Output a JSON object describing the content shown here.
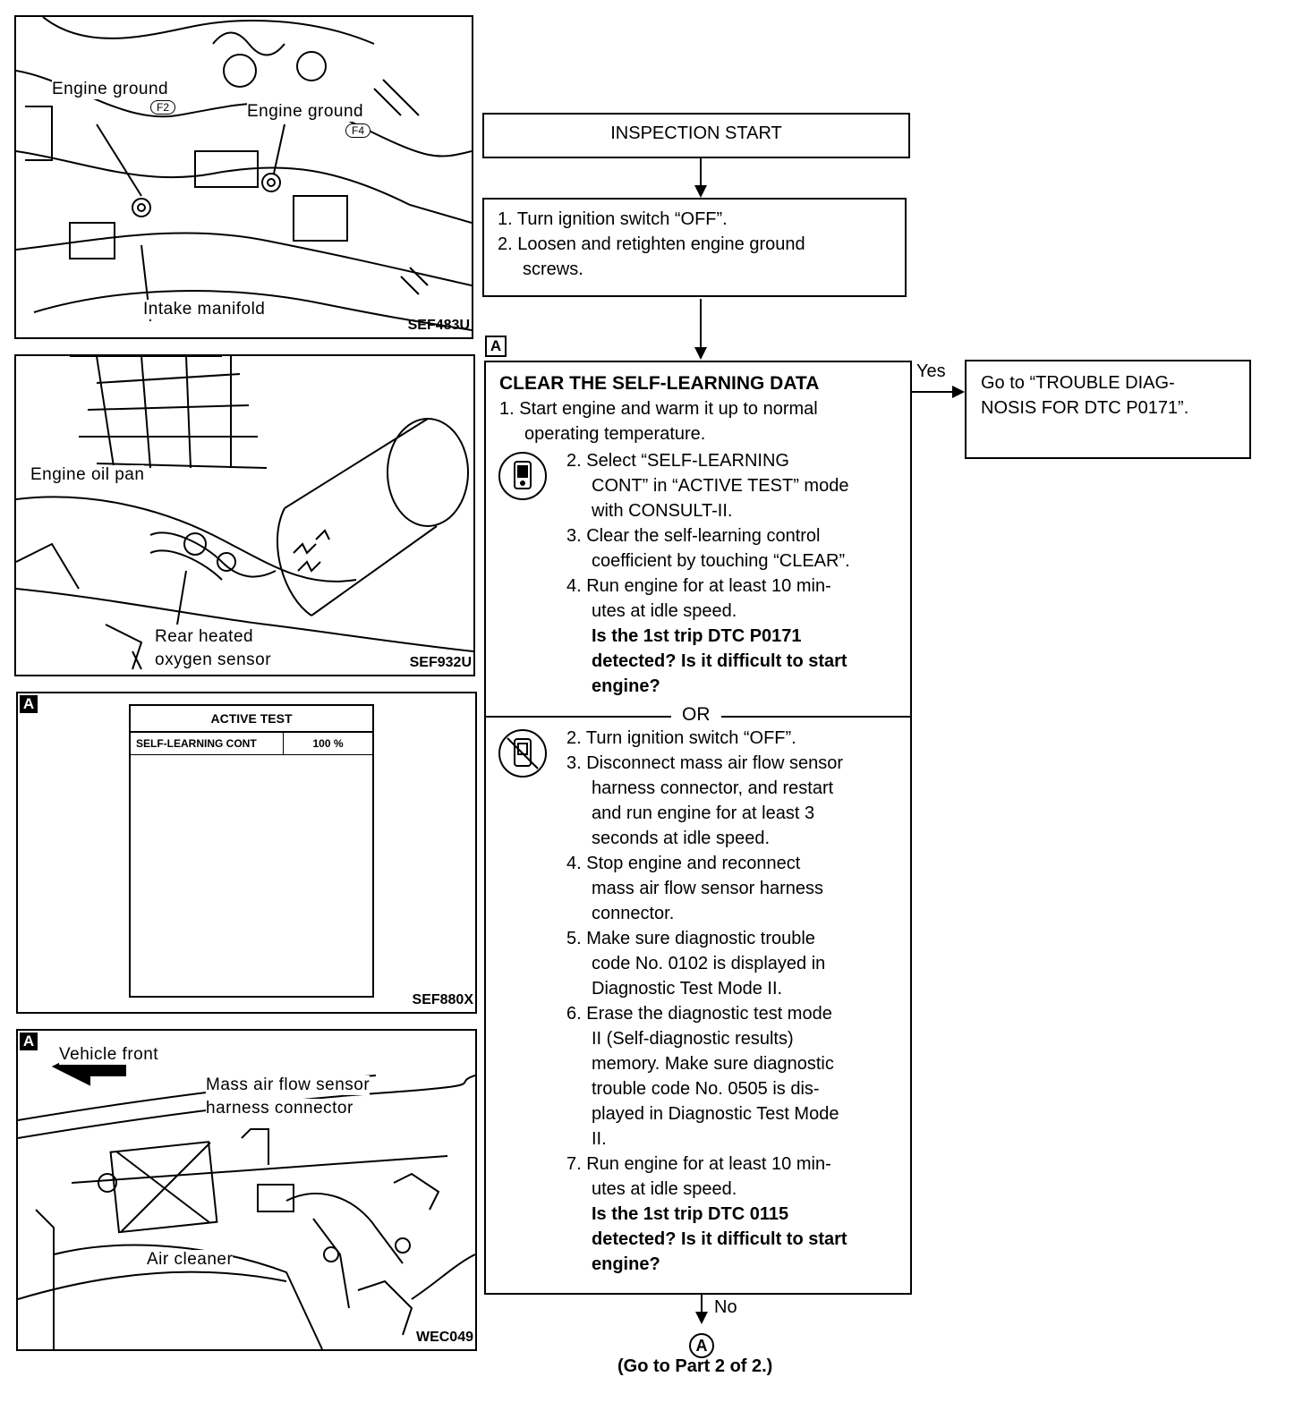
{
  "figures": [
    {
      "code": "SEF483U",
      "labels": {
        "engine_ground_1": "Engine ground",
        "f2": "F2",
        "engine_ground_2": "Engine ground",
        "f4": "F4",
        "intake_manifold": "Intake manifold"
      }
    },
    {
      "code": "SEF932U",
      "labels": {
        "engine_oil_pan": "Engine oil pan",
        "rear_heated_1": "Rear heated",
        "rear_heated_2": "oxygen sensor"
      }
    },
    {
      "code": "SEF880X",
      "badge": "A",
      "table_title": "ACTIVE TEST",
      "row_label": "SELF-LEARNING CONT",
      "row_value": "100 %"
    },
    {
      "code": "WEC049",
      "badge": "A",
      "labels": {
        "vehicle_front": "Vehicle front",
        "maf_1": "Mass air flow sensor",
        "maf_2": "harness connector",
        "air_cleaner": "Air cleaner"
      }
    }
  ],
  "flowchart": {
    "start": "INSPECTION START",
    "step1": {
      "items": [
        "1. Turn ignition switch “OFF”.",
        "2. Loosen and retighten engine ground"
      ],
      "cont": "screws."
    },
    "section_badge": "A",
    "main": {
      "title": "CLEAR THE SELF-LEARNING DATA",
      "s1a": "1. Start engine and warm it up to normal",
      "s1b": "operating temperature.",
      "consult_steps": [
        [
          "2. Select “SELF-LEARNING",
          "CONT” in “ACTIVE TEST” mode",
          "with CONSULT-II."
        ],
        [
          "3. Clear the self-learning control",
          "coefficient by touching “CLEAR”."
        ],
        [
          "4. Run engine for at least 10 min-",
          "utes at idle speed."
        ]
      ],
      "q1": [
        "Is the 1st trip DTC P0171",
        "detected? Is it difficult to start",
        "engine?"
      ],
      "or": "OR",
      "no_consult_steps": [
        [
          "2. Turn ignition switch “OFF”."
        ],
        [
          "3. Disconnect mass air flow sensor",
          "harness connector, and restart",
          "and run engine for at least 3",
          "seconds at idle speed."
        ],
        [
          "4. Stop engine and reconnect",
          "mass air flow sensor harness",
          "connector."
        ],
        [
          "5. Make sure diagnostic trouble",
          "code No. 0102 is displayed in",
          "Diagnostic Test Mode II."
        ],
        [
          "6. Erase the diagnostic test mode",
          "II (Self-diagnostic results)",
          "memory. Make sure diagnostic",
          "trouble code No. 0505 is dis-",
          "played in Diagnostic Test Mode",
          "II."
        ],
        [
          "7. Run engine for at least 10 min-",
          "utes at idle speed."
        ]
      ],
      "q2": [
        "Is the 1st trip DTC 0115",
        "detected? Is it difficult to start",
        "engine?"
      ]
    },
    "yes_label": "Yes",
    "yes_box": [
      "Go to “TROUBLE DIAG-",
      "NOSIS FOR DTC P0171”."
    ],
    "no_label": "No",
    "connector": "A",
    "goto": "(Go to Part 2 of 2.)"
  }
}
